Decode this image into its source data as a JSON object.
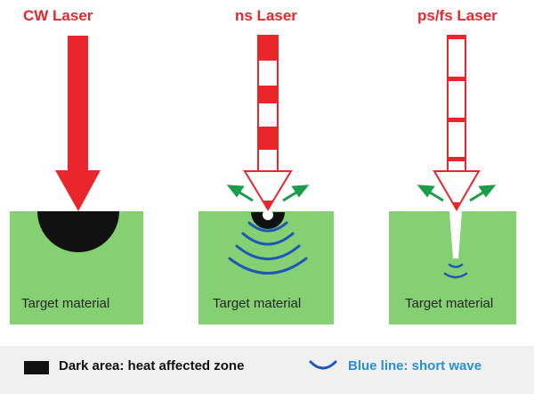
{
  "titles": {
    "cw": "CW Laser",
    "ns": "ns Laser",
    "psfs": "ps/fs Laser"
  },
  "material_label": "Target material",
  "legend": {
    "dark_area": "Dark area: heat affected zone",
    "blue_line": "Blue line: short wave"
  },
  "colors": {
    "laser_red": "#e8262c",
    "material_green": "#84d072",
    "heat_zone": "#111111",
    "short_wave": "#1f57b8",
    "ejecta_arrow": "#1a9e4a",
    "legend_text_blue": "#2a8ed6"
  }
}
